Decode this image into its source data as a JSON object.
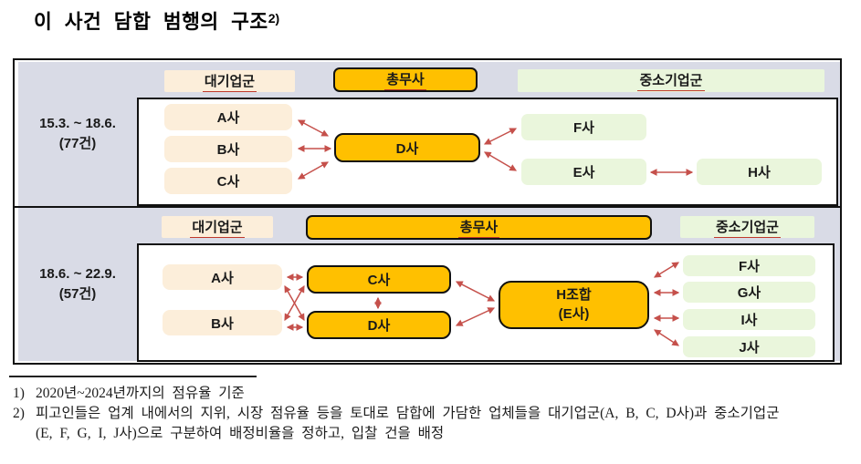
{
  "title": {
    "text": "이 사건 담합 범행의 구조",
    "ref": "2)"
  },
  "colors": {
    "orange": "#FFC000",
    "cream": "#FCEEDA",
    "green": "#EAF6DC",
    "gray": "#D9DBE6",
    "arrow": "#C5504B",
    "underline": "#C0392B"
  },
  "periods": [
    {
      "label_line1": "15.3. ~ 18.6.",
      "label_line2": "(77건)",
      "header_large": "대기업군",
      "header_admin": "총무사",
      "header_small": "중소기업군",
      "large_companies": [
        "A사",
        "B사",
        "C사"
      ],
      "admin_company": "D사",
      "small_companies": [
        "F사",
        "E사",
        "H사"
      ]
    },
    {
      "label_line1": "18.6. ~ 22.9.",
      "label_line2": "(57건)",
      "header_large": "대기업군",
      "header_admin": "총무사",
      "header_small": "중소기업군",
      "large_companies": [
        "A사",
        "B사"
      ],
      "admin_companies": [
        "C사",
        "D사"
      ],
      "association_line1": "H조합",
      "association_line2": "(E사)",
      "small_companies": [
        "F사",
        "G사",
        "I사",
        "J사"
      ]
    }
  ],
  "footnotes": [
    {
      "marker": "1)",
      "line1": "2020년~2024년까지의 점유율 기준",
      "line2": ""
    },
    {
      "marker": "2)",
      "line1": "피고인들은 업계 내에서의 지위, 시장 점유율 등을 토대로 담합에 가담한 업체들을 대기업군(A, B, C, D사)과 중소기업군",
      "line2": "(E, F, G, I, J사)으로 구분하여 배정비율을 정하고, 입찰 건을 배정"
    }
  ]
}
